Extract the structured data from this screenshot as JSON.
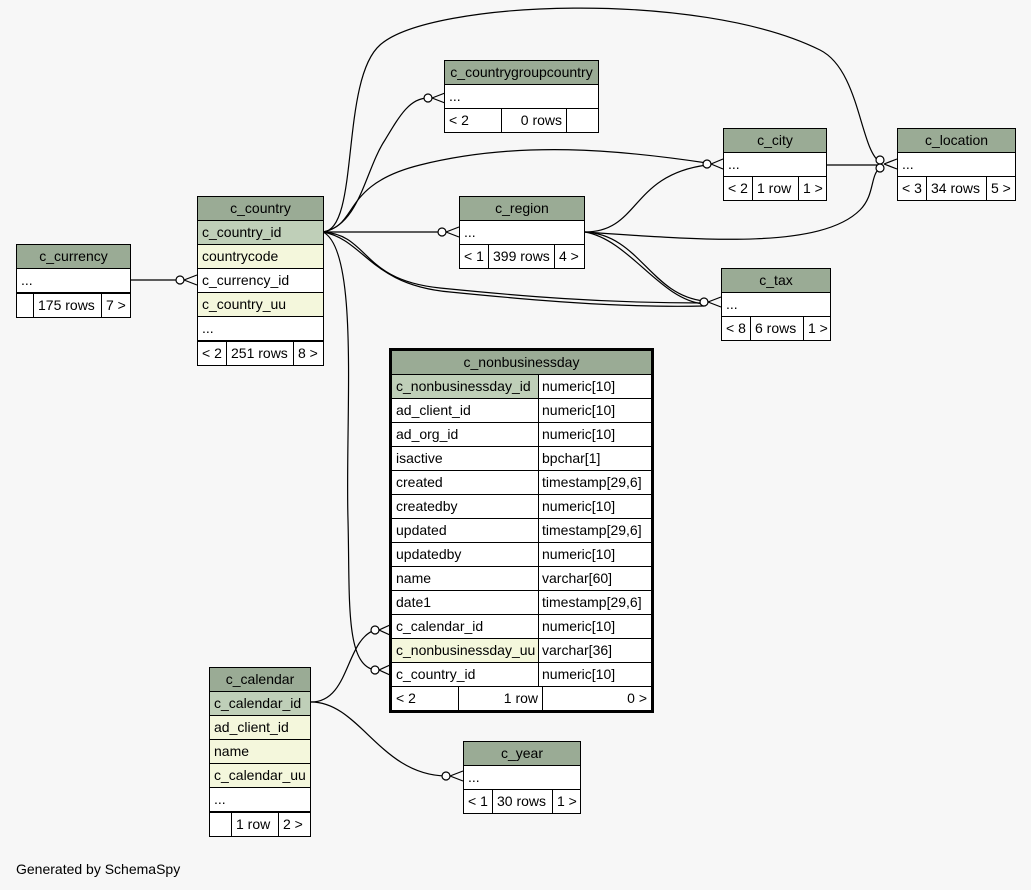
{
  "tables": {
    "c_countrygroupcountry": {
      "name": "c_countrygroupcountry",
      "rows": [
        "..."
      ],
      "foot": [
        "< 2",
        "0 rows",
        ""
      ]
    },
    "c_city": {
      "name": "c_city",
      "rows": [
        "..."
      ],
      "foot": [
        "< 2",
        "1 row",
        "1 >"
      ]
    },
    "c_location": {
      "name": "c_location",
      "rows": [
        "..."
      ],
      "foot": [
        "< 3",
        "34 rows",
        "5 >"
      ]
    },
    "c_country": {
      "name": "c_country",
      "rows": [
        "c_country_id",
        "countrycode",
        "c_currency_id",
        "c_country_uu",
        "..."
      ],
      "foot": [
        "< 2",
        "251 rows",
        "8 >"
      ]
    },
    "c_region": {
      "name": "c_region",
      "rows": [
        "..."
      ],
      "foot": [
        "< 1",
        "399 rows",
        "4 >"
      ]
    },
    "c_currency": {
      "name": "c_currency",
      "rows": [
        "..."
      ],
      "foot": [
        "",
        "175 rows",
        "7 >"
      ]
    },
    "c_tax": {
      "name": "c_tax",
      "rows": [
        "..."
      ],
      "foot": [
        "< 8",
        "6 rows",
        "1 >"
      ]
    },
    "c_nonbusinessday": {
      "name": "c_nonbusinessday",
      "columns": [
        {
          "name": "c_nonbusinessday_id",
          "type": "numeric[10]"
        },
        {
          "name": "ad_client_id",
          "type": "numeric[10]"
        },
        {
          "name": "ad_org_id",
          "type": "numeric[10]"
        },
        {
          "name": "isactive",
          "type": "bpchar[1]"
        },
        {
          "name": "created",
          "type": "timestamp[29,6]"
        },
        {
          "name": "createdby",
          "type": "numeric[10]"
        },
        {
          "name": "updated",
          "type": "timestamp[29,6]"
        },
        {
          "name": "updatedby",
          "type": "numeric[10]"
        },
        {
          "name": "name",
          "type": "varchar[60]"
        },
        {
          "name": "date1",
          "type": "timestamp[29,6]"
        },
        {
          "name": "c_calendar_id",
          "type": "numeric[10]"
        },
        {
          "name": "c_nonbusinessday_uu",
          "type": "varchar[36]"
        },
        {
          "name": "c_country_id",
          "type": "numeric[10]"
        }
      ],
      "foot": [
        "< 2",
        "1 row",
        "0 >"
      ]
    },
    "c_calendar": {
      "name": "c_calendar",
      "rows": [
        "c_calendar_id",
        "ad_client_id",
        "name",
        "c_calendar_uu",
        "..."
      ],
      "foot": [
        "",
        "1 row",
        "2 >"
      ]
    },
    "c_year": {
      "name": "c_year",
      "rows": [
        "..."
      ],
      "foot": [
        "< 1",
        "30 rows",
        "1 >"
      ]
    }
  },
  "footer": "Generated by SchemaSpy",
  "colors": {
    "header": "#9aab95",
    "primary_key": "#bfcfb8",
    "indexed": "#f4f7dc",
    "background": "#f7f7f7"
  }
}
